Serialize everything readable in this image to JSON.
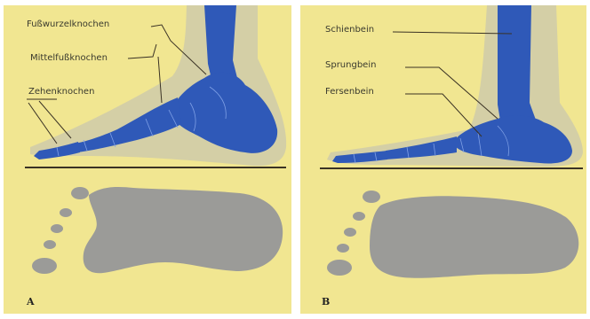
{
  "panel_a": {
    "letter": "A",
    "labels": {
      "fusswurzel": "Fußwurzelknochen",
      "mittelfuss": "Mittelfußknochen",
      "zehen": "Zehenknochen"
    }
  },
  "panel_b": {
    "letter": "B",
    "labels": {
      "schienbein": "Schienbein",
      "sprungbein": "Sprungbein",
      "fersenbein": "Fersenbein"
    }
  },
  "colors": {
    "background": "#f1e691",
    "bone": "#2f59b8",
    "soft_tissue": "#c9c7ad",
    "footprint": "#9b9b98"
  }
}
